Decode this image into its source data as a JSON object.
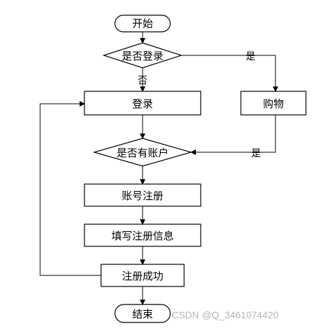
{
  "flowchart": {
    "start": "开始",
    "decision_login": "是否登录",
    "label_yes_top": "是",
    "label_no": "否",
    "login": "登录",
    "shopping": "购物",
    "decision_account": "是否有账户",
    "label_yes_mid": "是",
    "register_account": "账号注册",
    "fill_info": "填写注册信息",
    "register_success": "注册成功",
    "end": "结束"
  },
  "watermark": "CSDN @Q_3461074420"
}
